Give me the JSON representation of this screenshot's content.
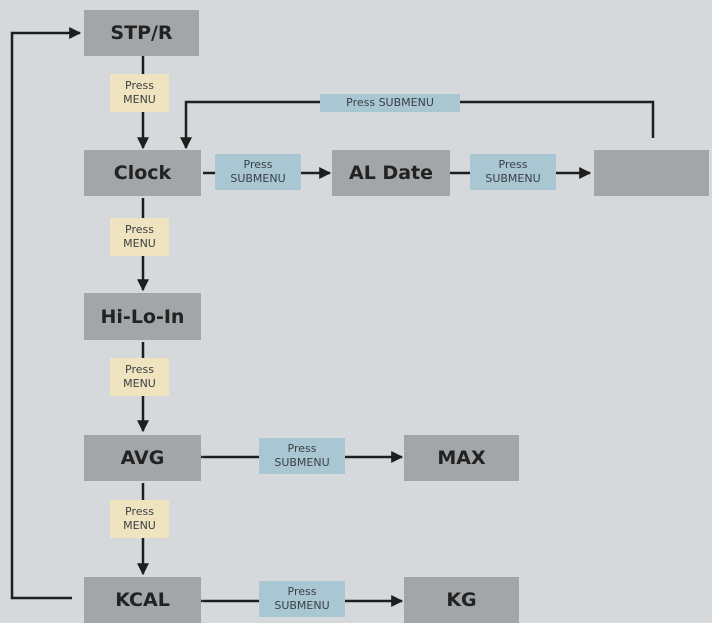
{
  "nodes": {
    "stp": "STP/R",
    "clock": "Clock",
    "al_date": "AL Date",
    "blank": "",
    "hilo": "Hi-Lo-In",
    "avg": "AVG",
    "max": "MAX",
    "kcal": "KCAL",
    "kg": "KG"
  },
  "labels": {
    "press": "Press",
    "menu": "MENU",
    "submenu": "SUBMENU",
    "press_submenu": "Press SUBMENU"
  },
  "colors": {
    "background": "#d6d9db",
    "box": "#a3a6a8",
    "menu_label": "#f0e4c0",
    "submenu_label": "#a9c7d3",
    "line": "#1e1e1e"
  }
}
